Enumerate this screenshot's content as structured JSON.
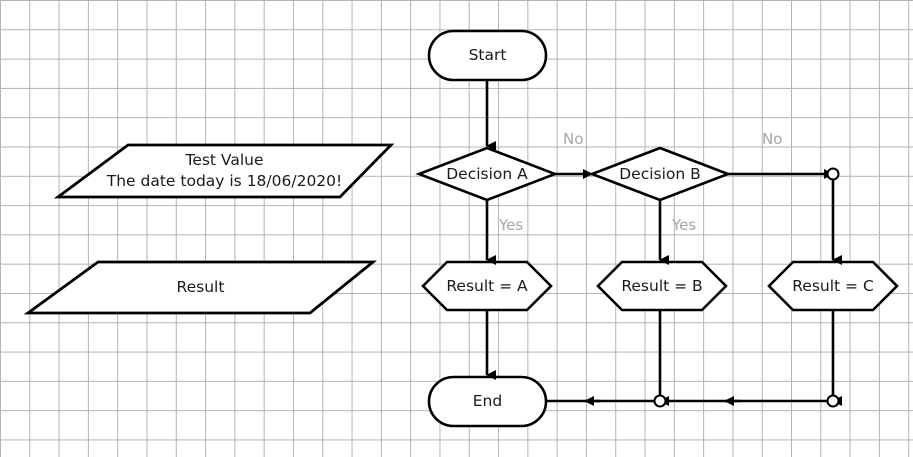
{
  "diagram": {
    "title": "Flowchart",
    "background": {
      "grid_color": "#b3b3b3",
      "grid_size": 29.3,
      "page_color": "#ffffff"
    },
    "style": {
      "stroke": "#000000",
      "fill": "#ffffff",
      "label_color": "#1a1a1a",
      "edge_label_color": "#a6a6a6"
    },
    "nodes": {
      "start": {
        "label": "Start",
        "shape": "terminator"
      },
      "end": {
        "label": "End",
        "shape": "terminator"
      },
      "input_test_value": {
        "line1": "Test Value",
        "line2": "The date today is 18/06/2020!",
        "shape": "parallelogram-io"
      },
      "output_result": {
        "label": "Result",
        "shape": "parallelogram-io"
      },
      "decision_a": {
        "label": "Decision A",
        "shape": "diamond"
      },
      "decision_b": {
        "label": "Decision B",
        "shape": "diamond"
      },
      "result_a": {
        "label": "Result = A",
        "shape": "hexagon"
      },
      "result_b": {
        "label": "Result = B",
        "shape": "hexagon"
      },
      "result_c": {
        "label": "Result = C",
        "shape": "hexagon"
      }
    },
    "edge_labels": {
      "decision_a_no": "No",
      "decision_a_yes": "Yes",
      "decision_b_no": "No",
      "decision_b_yes": "Yes"
    }
  }
}
